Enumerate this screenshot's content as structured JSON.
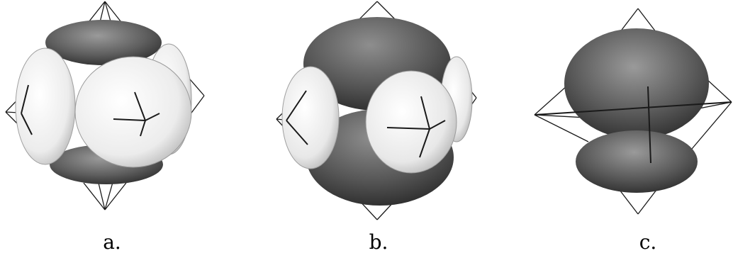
{
  "figure": {
    "panels": [
      {
        "id": "a",
        "caption": "a."
      },
      {
        "id": "b",
        "caption": "b."
      },
      {
        "id": "c",
        "caption": "c."
      }
    ]
  },
  "colors": {
    "dark_lobe": "#7a7a7a",
    "dark_lobe_shade": "#3a3a3a",
    "light_lobe": "#f2f2f2",
    "light_lobe_shade": "#b8b8b8",
    "wire": "#1a1a1a"
  }
}
